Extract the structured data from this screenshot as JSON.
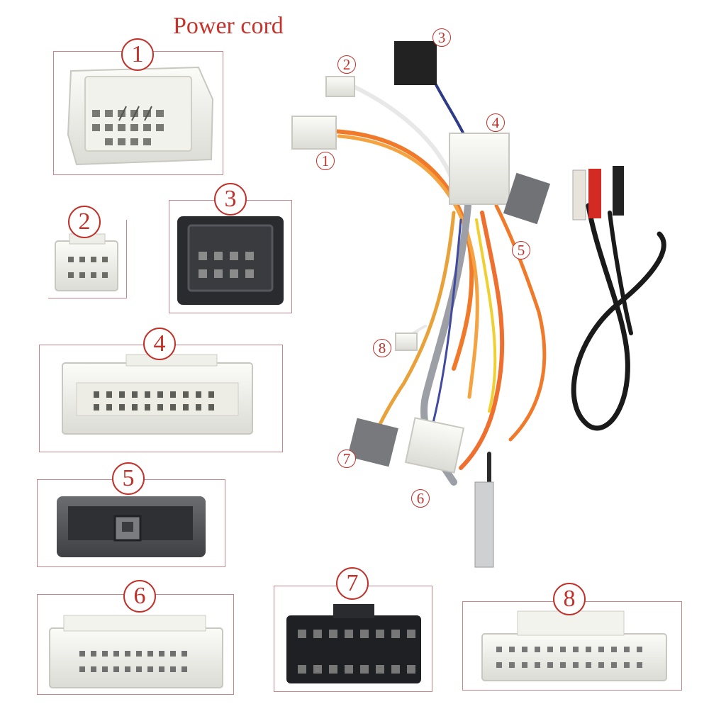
{
  "title": "Power cord",
  "connectors": [
    {
      "id": "1"
    },
    {
      "id": "2"
    },
    {
      "id": "3"
    },
    {
      "id": "4"
    },
    {
      "id": "5"
    },
    {
      "id": "6"
    },
    {
      "id": "7"
    },
    {
      "id": "8"
    }
  ],
  "harness_labels": [
    "1",
    "2",
    "3",
    "4",
    "5",
    "6",
    "7",
    "8"
  ],
  "colors": {
    "accent": "#c0312a",
    "frame": "#c9858a"
  }
}
